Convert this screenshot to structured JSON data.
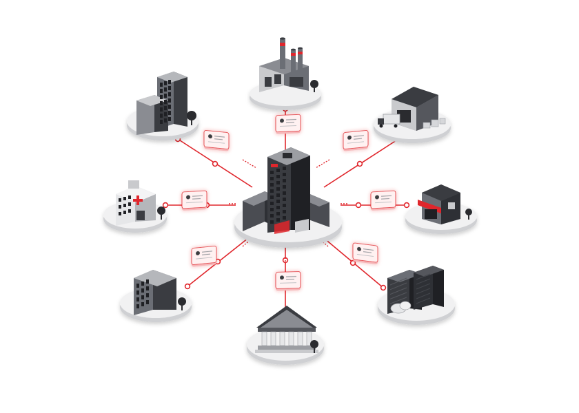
{
  "colors": {
    "accent": "#e0262c",
    "accent_soft": "#f6b7b9",
    "card_fill": "#fff1f1",
    "platform_top": "#f1f1f2",
    "platform_side": "#cfd0d3",
    "building_dark": "#3a3c41",
    "building_mid": "#6b6e75",
    "building_light": "#c9cacd",
    "window": "#1f2024",
    "tree": "#2a2b2f"
  },
  "diagram": {
    "hub": {
      "name": "headquarters",
      "icon": "office-tower-icon"
    },
    "nodes": [
      {
        "name": "factory",
        "icon": "factory-icon",
        "card_icon": "user-profile-icon"
      },
      {
        "name": "warehouse",
        "icon": "warehouse-icon",
        "card_icon": "cloud-sync-icon"
      },
      {
        "name": "retail-store",
        "icon": "store-icon",
        "card_icon": "cloud-sync-icon"
      },
      {
        "name": "data-center",
        "icon": "server-rack-icon",
        "card_icon": "code-icon"
      },
      {
        "name": "bank",
        "icon": "bank-icon",
        "card_icon": "document-icon"
      },
      {
        "name": "branch-office",
        "icon": "office-block-icon",
        "card_icon": "gear-icon"
      },
      {
        "name": "hospital",
        "icon": "hospital-icon",
        "card_icon": "dashboard-icon"
      },
      {
        "name": "office-towers",
        "icon": "office-towers-icon",
        "card_icon": "bar-chart-icon"
      }
    ]
  }
}
